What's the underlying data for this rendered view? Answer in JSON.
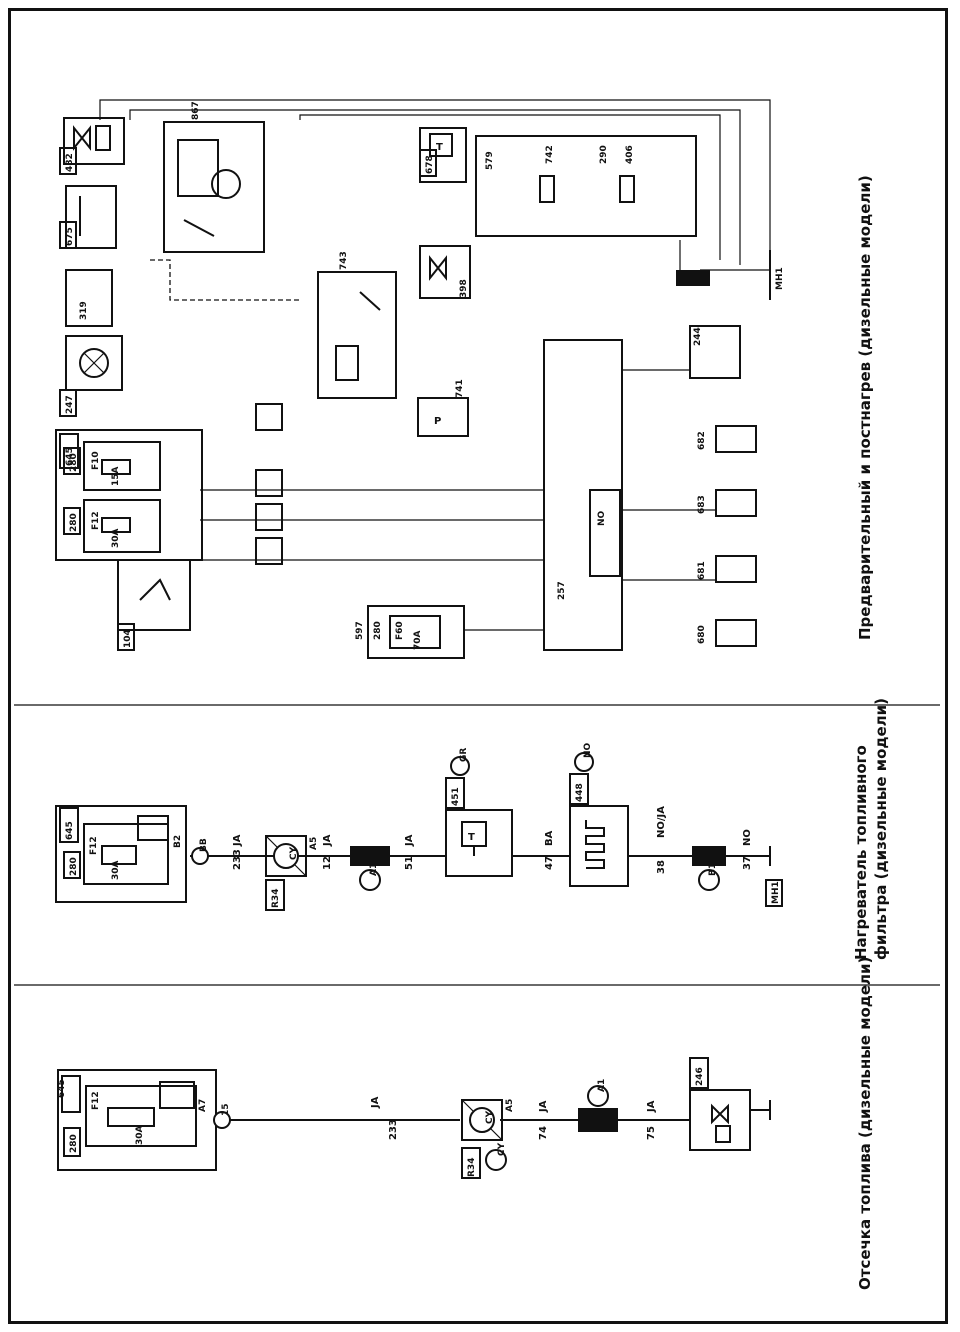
{
  "sections": {
    "cutoff": {
      "title": "Отсечка топлива (дизельные модели)",
      "components": {
        "fusebox": "645",
        "fuse_block": "280",
        "fuse": "F12",
        "fuse_rating": "30A",
        "fuse_pin": "A7",
        "node": "15",
        "connector": "R34",
        "connector_badge": "CY",
        "connector_pin": "A5",
        "splice": "A1",
        "valve": "246"
      },
      "wires": [
        "233",
        "JA",
        "74",
        "JA",
        "75",
        "JA"
      ]
    },
    "heater": {
      "title_line1": "Нагреватель топливного",
      "title_line2": "фильтра (дизельные модели)",
      "components": {
        "fusebox": "645",
        "fuse_block": "280",
        "fuse": "F12",
        "fuse_rating": "30A",
        "fuse_pin": "B2",
        "node": "BB",
        "connector": "R34",
        "connector_badge": "CY",
        "connector_pin": "A5",
        "splice": "A1",
        "relay": "451",
        "relay_badge": "GR",
        "relay_symbol": "T",
        "heater": "448",
        "heater_badge": "NO",
        "splice2": "B1",
        "ground": "MH1"
      },
      "wires": [
        "233",
        "JA",
        "12",
        "JA",
        "51",
        "JA",
        "47",
        "BA",
        "38",
        "NO/JA",
        "37",
        "NO"
      ]
    },
    "preheat": {
      "title": "Предварительный и постнагрев (дизельные модели)",
      "components": {
        "fusebox": "645",
        "fuse_block_a": "280",
        "fuse_a": "F12",
        "fuse_a_rating": "30A",
        "fuse_block_b": "280",
        "fuse_b": "F10",
        "fuse_b_rating": "15A",
        "fusebox2": "597",
        "fuse_block_c": "280",
        "fuse_c": "F60",
        "fuse_c_rating": "70A",
        "ecu": "257",
        "ecu_badge": "NO",
        "lamp": "247",
        "sensor": "319",
        "switch1": "675",
        "valve1": "482",
        "relay1": "867",
        "relay2": "743",
        "pressure": "741",
        "thermo": "678",
        "injector_block": "579",
        "injector1": "742",
        "injector2": "406",
        "injector3": "290",
        "valve2": "398",
        "temp_sensor": "244",
        "glow1": "680",
        "glow2": "681",
        "glow3": "683",
        "glow4": "682",
        "ignition": "104",
        "ground": "MH1"
      }
    }
  }
}
